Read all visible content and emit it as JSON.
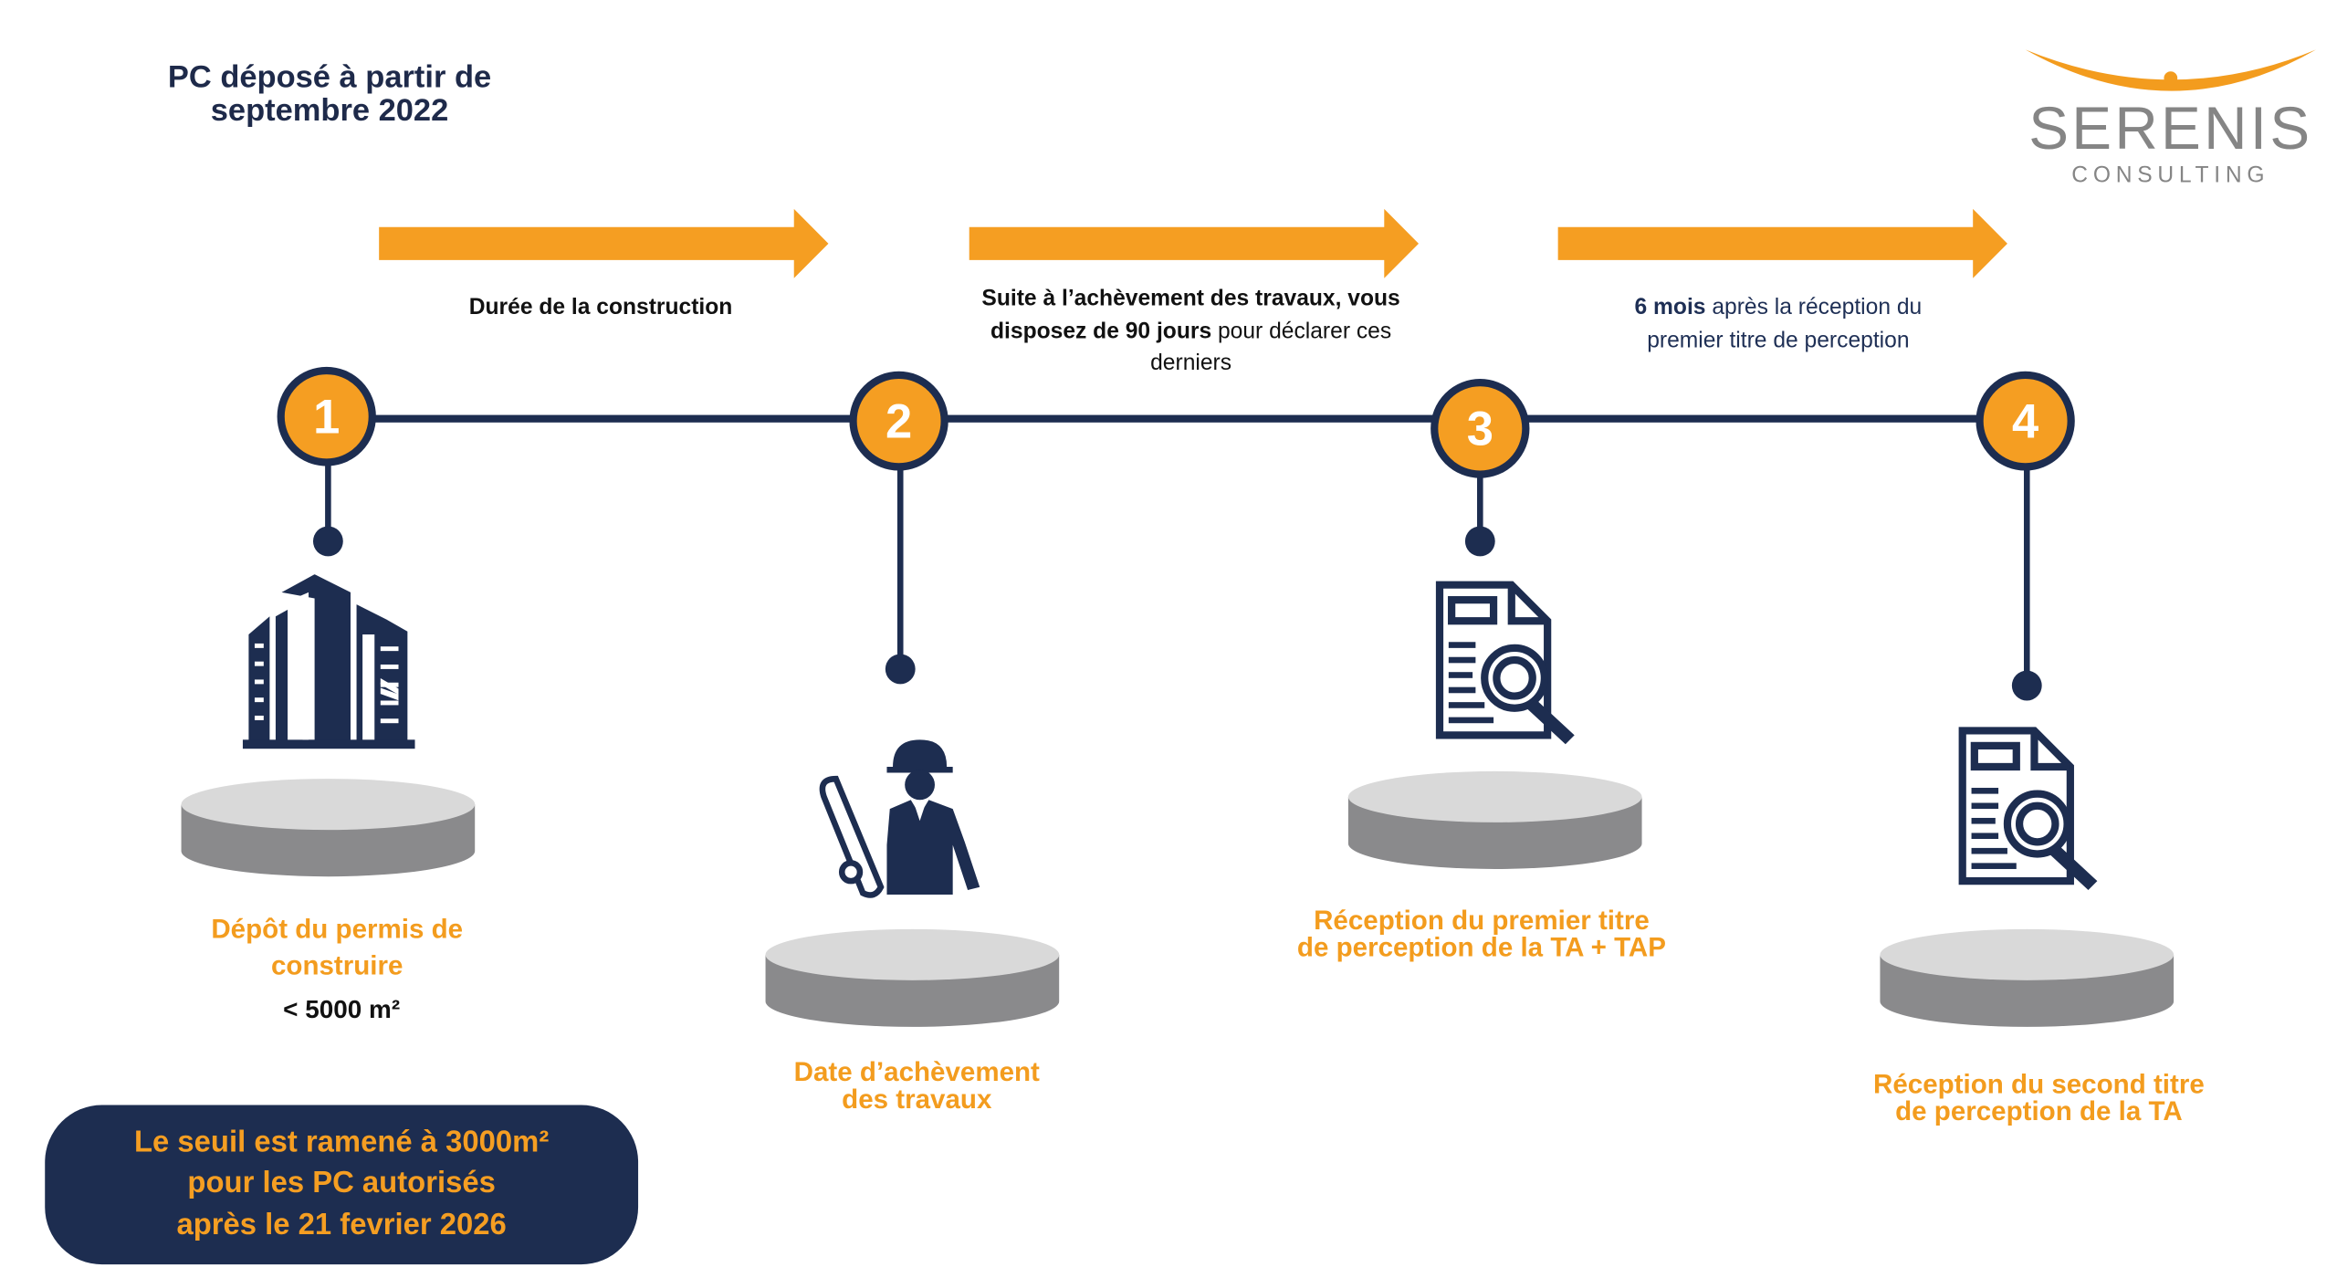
{
  "header": {
    "title_line1": "PC déposé à partir de",
    "title_line2": "septembre 2022"
  },
  "logo": {
    "name": "SERENIS",
    "tagline": "CONSULTING"
  },
  "phases": [
    {
      "text": "Durée de la construction"
    },
    {
      "bold1": "Suite à l’achèvement des travaux, vous",
      "bold2": "disposez de 90 jours",
      "rest2": " pour déclarer ces",
      "line3": "derniers"
    },
    {
      "bold1": "6 mois",
      "rest1": " après la réception du",
      "line2": "premier titre de perception"
    }
  ],
  "steps": [
    {
      "number": "1",
      "label_line1": "Dépôt du permis de",
      "label_line2": "construire",
      "note": "< 5000 m²",
      "icon": "building-icon"
    },
    {
      "number": "2",
      "label_line1": "Date d’achèvement",
      "label_line2": "des travaux",
      "icon": "construction-worker-icon"
    },
    {
      "number": "3",
      "label_line1": "Réception du premier titre",
      "label_line2": "de perception de la TA + TAP",
      "icon": "document-search-icon"
    },
    {
      "number": "4",
      "label_line1": "Réception du second titre",
      "label_line2": "de perception de la TA",
      "icon": "document-search-icon"
    }
  ],
  "callout": {
    "line1": "Le seuil est ramené à 3000m²",
    "line2": "pour les PC autorisés",
    "line3": "après le 21 fevrier 2026"
  },
  "colors": {
    "orange": "#f59e22",
    "navy": "#1d2d50",
    "gray": "#8a8a8c"
  }
}
